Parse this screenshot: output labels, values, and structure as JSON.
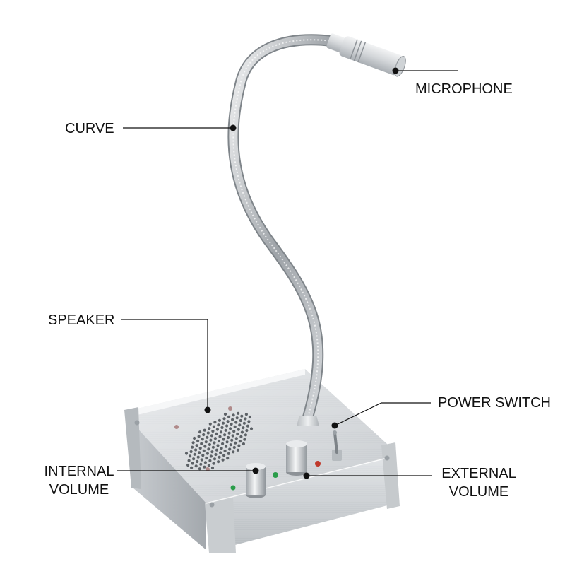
{
  "image": {
    "subject": "desktop intercom with gooseneck microphone",
    "background": "#ffffff",
    "colors": {
      "metal_light": "#e6e8ea",
      "metal_mid": "#c4c8cc",
      "metal_dark": "#8d9297",
      "led_green": "#2a9d4a",
      "led_red": "#c0392b"
    }
  },
  "callouts": {
    "microphone": "MICROPHONE",
    "curve": "CURVE",
    "speaker": "SPEAKER",
    "power_switch": "POWER SWITCH",
    "internal_volume_line1": "INTERNAL",
    "internal_volume_line2": "VOLUME",
    "external_volume_line1": "EXTERNAL",
    "external_volume_line2": "VOLUME"
  }
}
